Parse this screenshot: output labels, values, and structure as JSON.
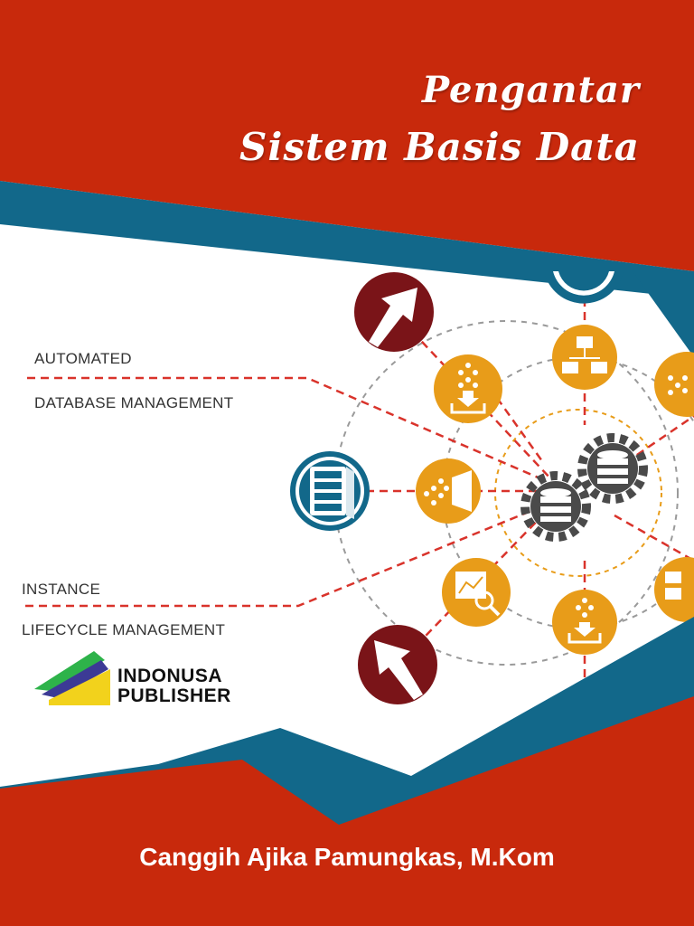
{
  "title": {
    "line1": "Pengantar",
    "line2": "Sistem Basis Data"
  },
  "illustration": {
    "label_automated": "AUTOMATED",
    "label_database_management": "DATABASE MANAGEMENT",
    "label_instance": "INSTANCE",
    "label_lifecycle_management": "LIFECYCLE MANAGEMENT",
    "icons": [
      "arrow-up-right-icon",
      "server-icon",
      "arrow-up-left-icon",
      "database-gear-icon",
      "data-import-icon",
      "folder-tree-icon",
      "data-spray-icon",
      "chart-search-icon"
    ]
  },
  "publisher": {
    "line1": "INDONUSA",
    "line2": "PUBLISHER"
  },
  "author": "Canggih Ajika Pamungkas, M.Kom",
  "colors": {
    "red": "#C8290C",
    "teal": "#12688A",
    "orange": "#E89C19",
    "maroon": "#7A1418",
    "gray_gear": "#4A4A4A",
    "dashed_red": "#D9332B"
  }
}
